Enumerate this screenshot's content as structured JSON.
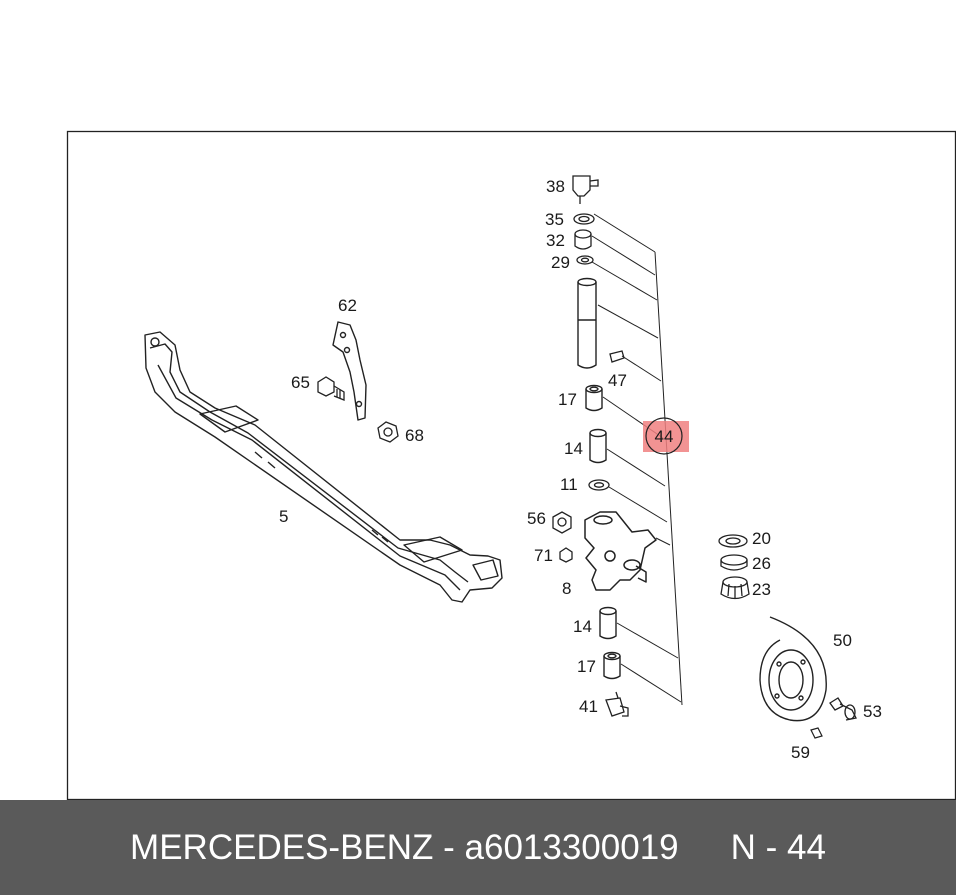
{
  "diagram": {
    "callouts": {
      "c38": "38",
      "c35": "35",
      "c32": "32",
      "c29": "29",
      "c62": "62",
      "c65": "65",
      "c68": "68",
      "c47": "47",
      "c17a": "17",
      "c14a": "14",
      "c11": "11",
      "c5": "5",
      "c56": "56",
      "c71": "71",
      "c8": "8",
      "c20": "20",
      "c26": "26",
      "c23": "23",
      "c14b": "14",
      "c17b": "17",
      "c41": "41",
      "c50": "50",
      "c53": "53",
      "c59": "59"
    },
    "highlight": {
      "label": "44",
      "color": "#f08080"
    }
  },
  "footer": {
    "brand_part": "MERCEDES-BENZ - a6013300019",
    "ref": "N - 44",
    "bg_color": "#5a5a5a"
  }
}
